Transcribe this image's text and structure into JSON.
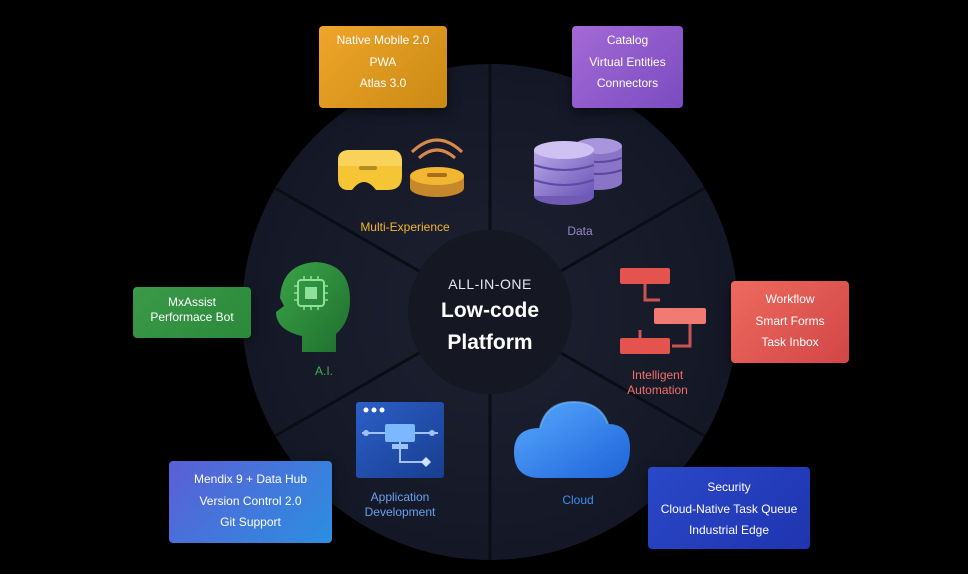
{
  "center": {
    "kicker": "ALL-IN-ONE",
    "title_line1": "Low-code",
    "title_line2": "Platform"
  },
  "segments": {
    "multi_experience": {
      "label": "Multi-Experience",
      "color": "#f2b633",
      "card_lines": [
        "Native Mobile 2.0",
        "PWA",
        "Atlas 3.0"
      ]
    },
    "data": {
      "label": "Data",
      "color": "#9a87c9",
      "card_lines": [
        "Catalog",
        "Virtual Entities",
        "Connectors"
      ]
    },
    "intelligent_automation": {
      "label_line1": "Intelligent",
      "label_line2": "Automation",
      "color": "#f0706a",
      "card_lines": [
        "Workflow",
        "Smart Forms",
        "Task Inbox"
      ]
    },
    "cloud": {
      "label": "Cloud",
      "color": "#3d8ef0",
      "card_lines": [
        "Security",
        "Cloud-Native Task Queue",
        "Industrial Edge"
      ]
    },
    "application_development": {
      "label_line1": "Application",
      "label_line2": "Development",
      "color": "#6aa0f0",
      "card_lines": [
        "Mendix 9 + Data Hub",
        "Version Control 2.0",
        "Git Support"
      ]
    },
    "ai": {
      "label": "A.I.",
      "color": "#3fb04f",
      "card_lines": [
        "MxAssist",
        "Performace Bot"
      ]
    }
  }
}
